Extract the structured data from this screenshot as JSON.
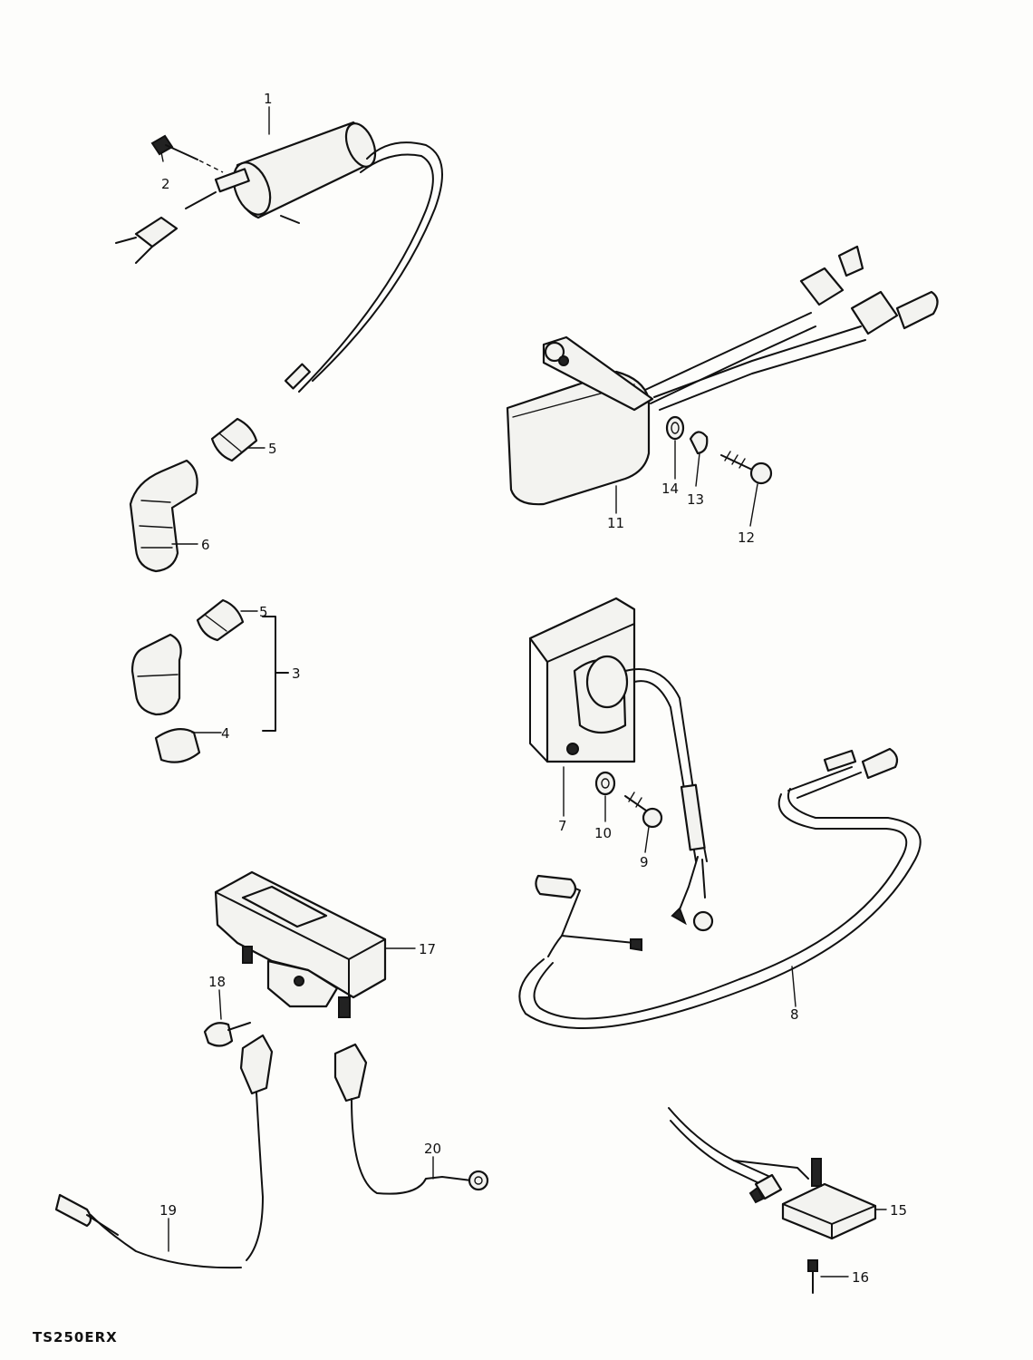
{
  "diagram": {
    "model_code": "TS250ERX",
    "callouts": [
      {
        "id": "c1",
        "text": "1"
      },
      {
        "id": "c2",
        "text": "2"
      },
      {
        "id": "c3",
        "text": "3"
      },
      {
        "id": "c4",
        "text": "4"
      },
      {
        "id": "c5a",
        "text": "5"
      },
      {
        "id": "c5b",
        "text": "5"
      },
      {
        "id": "c6",
        "text": "6"
      },
      {
        "id": "c7",
        "text": "7"
      },
      {
        "id": "c8",
        "text": "8"
      },
      {
        "id": "c9",
        "text": "9"
      },
      {
        "id": "c10",
        "text": "10"
      },
      {
        "id": "c11",
        "text": "11"
      },
      {
        "id": "c12",
        "text": "12"
      },
      {
        "id": "c13",
        "text": "13"
      },
      {
        "id": "c14",
        "text": "14"
      },
      {
        "id": "c15",
        "text": "15"
      },
      {
        "id": "c16",
        "text": "16"
      },
      {
        "id": "c17",
        "text": "17"
      },
      {
        "id": "c18",
        "text": "18"
      },
      {
        "id": "c19",
        "text": "19"
      },
      {
        "id": "c20",
        "text": "20"
      }
    ]
  }
}
